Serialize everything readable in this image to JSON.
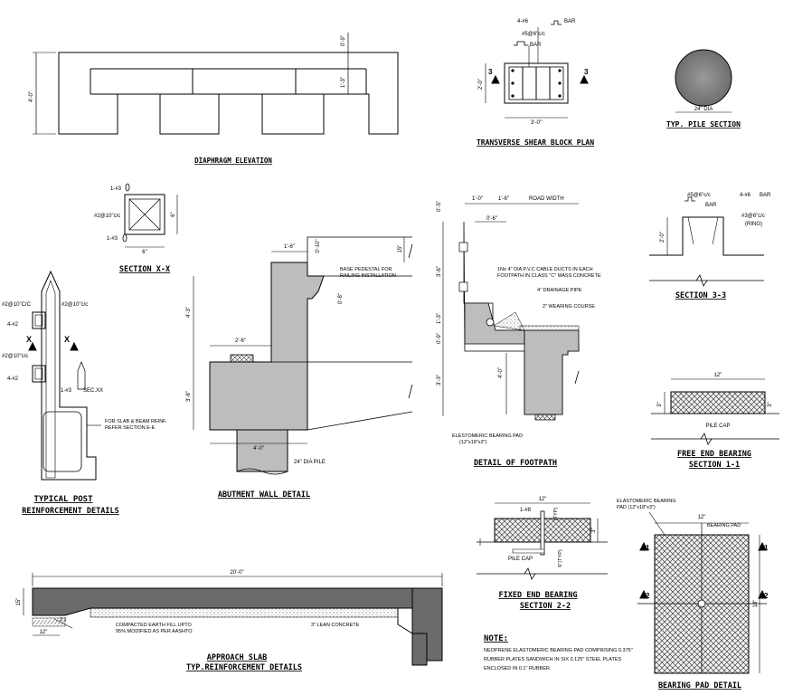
{
  "diaphragm": {
    "title": "DIAPHRAGM ELEVATION",
    "dim_height": "4'-0\"",
    "dim_top": "0'-9\"",
    "dim_mid": "1'-3\""
  },
  "shear_block": {
    "title": "TRANSVERSE SHEAR BLOCK PLAN",
    "bar_top": "4-#6",
    "bar_top_suffix": "BAR",
    "stirrup": "#5@6\"c/c",
    "bar_2": "BAR",
    "dim_height": "2'-0\"",
    "dim_width": "3'-0\"",
    "sec_mark": "3"
  },
  "pile_section": {
    "title": "TYP. PILE SECTION",
    "dia": "24\" DIA"
  },
  "section_xx": {
    "title": "SECTION X-X",
    "bar_top": "1-#3",
    "tie": "#2@10\"c/c",
    "bar_bot": "1-#3",
    "dim_side": "6\"",
    "dim_bot": "6\""
  },
  "typical_post": {
    "title_1": "TYPICAL POST",
    "title_2": "REINFORCEMENT DETAILS",
    "tie_1": "#2@10\"C/C",
    "tie_2": "#2@10\"c/c",
    "bar_1": "4-#2",
    "tie_3": "#2@10\"c/c",
    "bar_2": "4-#2",
    "sec_x": "X",
    "sec_ref": "1-#3",
    "sec_ref_2": "SEC.XX",
    "note_1": "FOR SLAB & BEAM REINF.",
    "note_2": "REFER SECTION E-E"
  },
  "abutment": {
    "title": "ABUTMENT WALL DETAIL",
    "dim_top": "1'-6\"",
    "dim_right_1": "0'-10\"",
    "dim_right_2": "15\"",
    "note_1": "BASE PEDESTAL FOR",
    "note_2": "RAILING INSTALLATION",
    "dim_ped": "0'-8\"",
    "dim_left_1": "4'-3\"",
    "dim_seat": "2'-6\"",
    "dim_left_2": "3'-8\"",
    "dim_base": "4'-0\"",
    "pile": "24\" DIA PILE"
  },
  "footpath": {
    "title": "DETAIL OF FOOTPATH",
    "dim_1": "1'-0\"",
    "dim_2": "1'-6\"",
    "road_width": "ROAD WIDTH",
    "dim_3": "0'-6\"",
    "dim_v1": "0'-5\"",
    "dim_v2": "3'-6\"",
    "dim_v3": "1'-3\"",
    "dim_v4": "0'-9\"",
    "dim_v5": "3'-3\"",
    "dim_v6": "4'-0\"",
    "note_duct_1": "1No 4\" DIA P.V.C CABLE DUCTS IN EACH",
    "note_duct_2": "FOOTPATH IN CLASS \"C\" MASS CONCRETE",
    "note_drain": "4\" DRAINAGE PIPE",
    "note_wear": "2\" WEARING COURSE",
    "note_pad_1": "ELESTOMERIC BEARING PAD",
    "note_pad_2": "(12\"x18\"x3\")"
  },
  "section_33": {
    "title": "SECTION 3-3",
    "stirrup": "#5@6\"c/c",
    "bar": "4-#6",
    "bar_suffix": "BAR",
    "bar_2": "BAR",
    "ring_1": "#3@6\"c/c",
    "ring_2": "(RING)",
    "dim_h": "2'-0\""
  },
  "free_end": {
    "title_1": "FREE END BEARING",
    "title_2": "SECTION 1-1",
    "dim_w": "12\"",
    "dim_h": "3\"",
    "dim_h2": "3\"",
    "label": "PILE CAP"
  },
  "fixed_end": {
    "title_1": "FIXED END BEARING",
    "title_2": "SECTION 2-2",
    "dim_w": "12\"",
    "bar": "1-#8",
    "typ": "(TYP)",
    "dim_h": "3\"",
    "label": "PILE CAP",
    "dim_emb": "6\"(TYP)"
  },
  "bearing_pad": {
    "title": "BEARING PAD DETAIL",
    "label_1": "ELASTOMERIC BEARING",
    "label_2": "PAD (12\"x18\"x3\")",
    "dim_w": "12\"",
    "label_3": "BEARING PAD",
    "dim_h": "18\"",
    "sec_1": "1",
    "sec_2": "2"
  },
  "approach_slab": {
    "title_1": "APPROACH SLAB",
    "title_2": "TYP.REINFORCEMENT DETAILS",
    "dim_len": "20'-0\"",
    "dim_th": "15\"",
    "dim_toe": "12\"",
    "slope": "2:1",
    "note_fill_1": "COMPACTED EARTH FILL UPTO",
    "note_fill_2": "95% MODIFIED AS PER AASHTO",
    "note_lean": "3\" LEAN CONCRETE"
  },
  "note": {
    "heading": "NOTE:",
    "line_1": "NEOPRENE ELASTOMERIC BEARING PAD COMPRISING 0.375\"",
    "line_2": "RUBBER PLATES SANDWICH IN SIX 0.125\" STEEL PLATES",
    "line_3": "ENCLOSED IN 0.1\" RUBBER."
  }
}
